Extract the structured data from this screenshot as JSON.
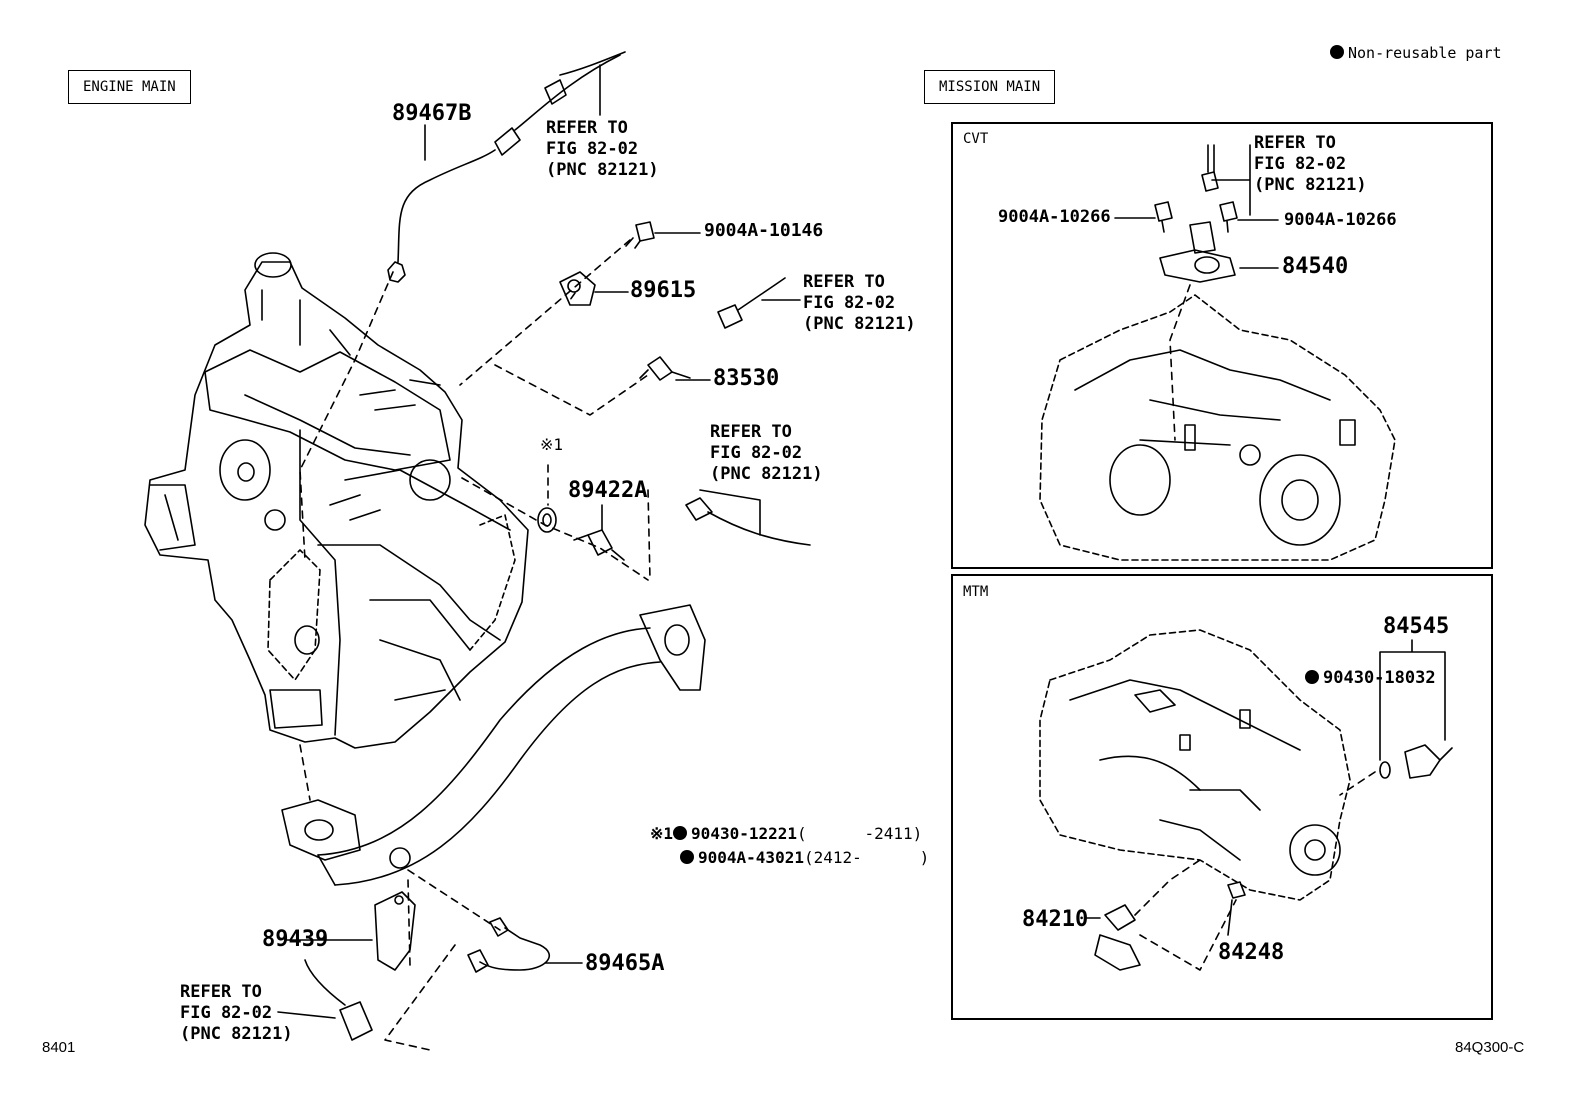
{
  "legend": {
    "non_reusable": "Non-reusable part"
  },
  "sections": {
    "engine_main": "ENGINE MAIN",
    "mission_main": "MISSION MAIN",
    "cvt": "CVT",
    "mtm": "MTM"
  },
  "refer": {
    "line1": "REFER TO",
    "line2": "FIG 82-02",
    "line3": "(PNC 82121)"
  },
  "parts": {
    "p89467B": "89467B",
    "p9004A_10146": "9004A-10146",
    "p89615": "89615",
    "p83530": "83530",
    "p89422A": "89422A",
    "note_mark": "※1",
    "p89439": "89439",
    "p89465A": "89465A",
    "p9004A_10266_left": "9004A-10266",
    "p9004A_10266_right": "9004A-10266",
    "p84540": "84540",
    "p84545": "84545",
    "p90430_18032": "90430-18032",
    "p84210": "84210",
    "p84248": "84248"
  },
  "notes": [
    {
      "mark": "※1",
      "part": "90430-12221",
      "range": "(      -2411)"
    },
    {
      "mark": "",
      "part": "9004A-43021",
      "range": "(2412-      )"
    }
  ],
  "footer": {
    "left": "8401",
    "right": "84Q300-C"
  }
}
